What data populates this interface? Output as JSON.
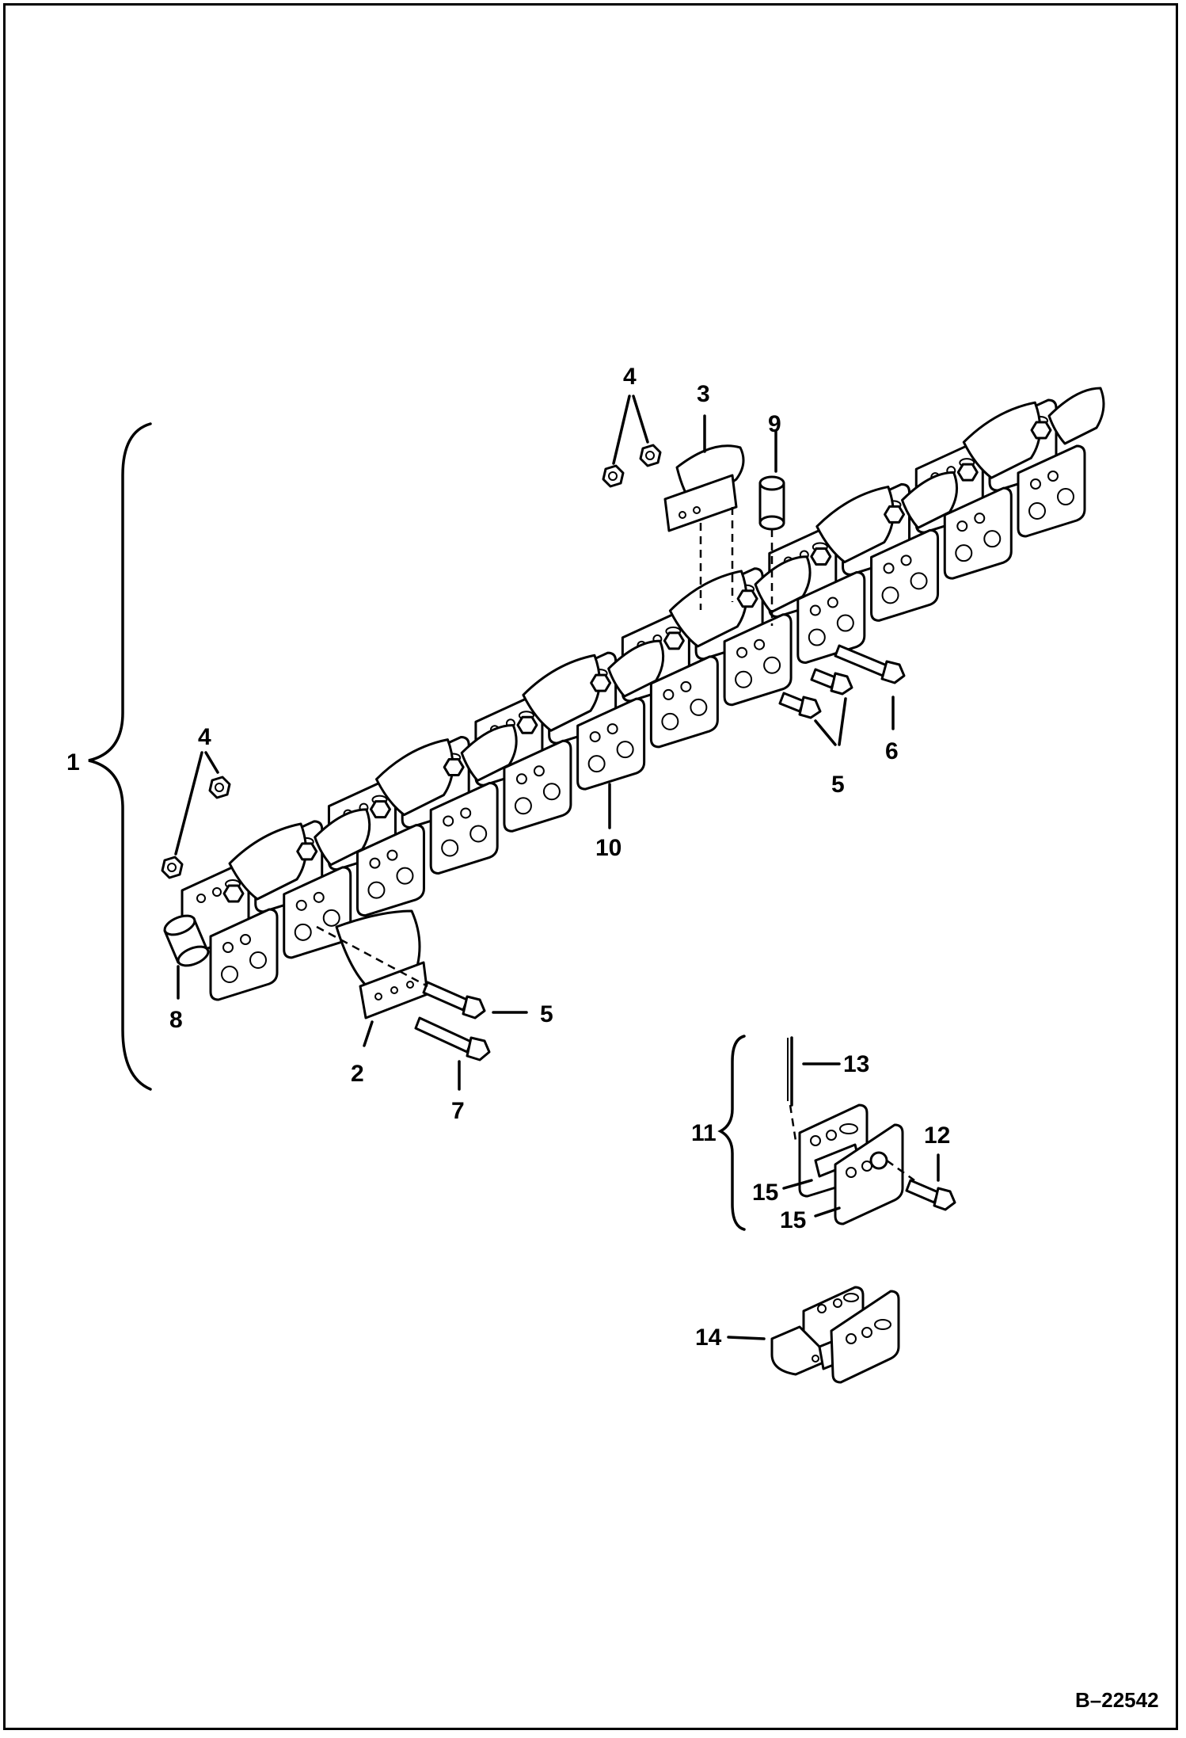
{
  "diagram": {
    "reference": "B–22542",
    "callouts": {
      "c1": "1",
      "c2": "2",
      "c3": "3",
      "c4a": "4",
      "c4b": "4",
      "c5a": "5",
      "c5b": "5",
      "c6": "6",
      "c7": "7",
      "c8": "8",
      "c9": "9",
      "c10": "10",
      "c11": "11",
      "c12": "12",
      "c13": "13",
      "c14": "14",
      "c15a": "15",
      "c15b": "15"
    }
  }
}
